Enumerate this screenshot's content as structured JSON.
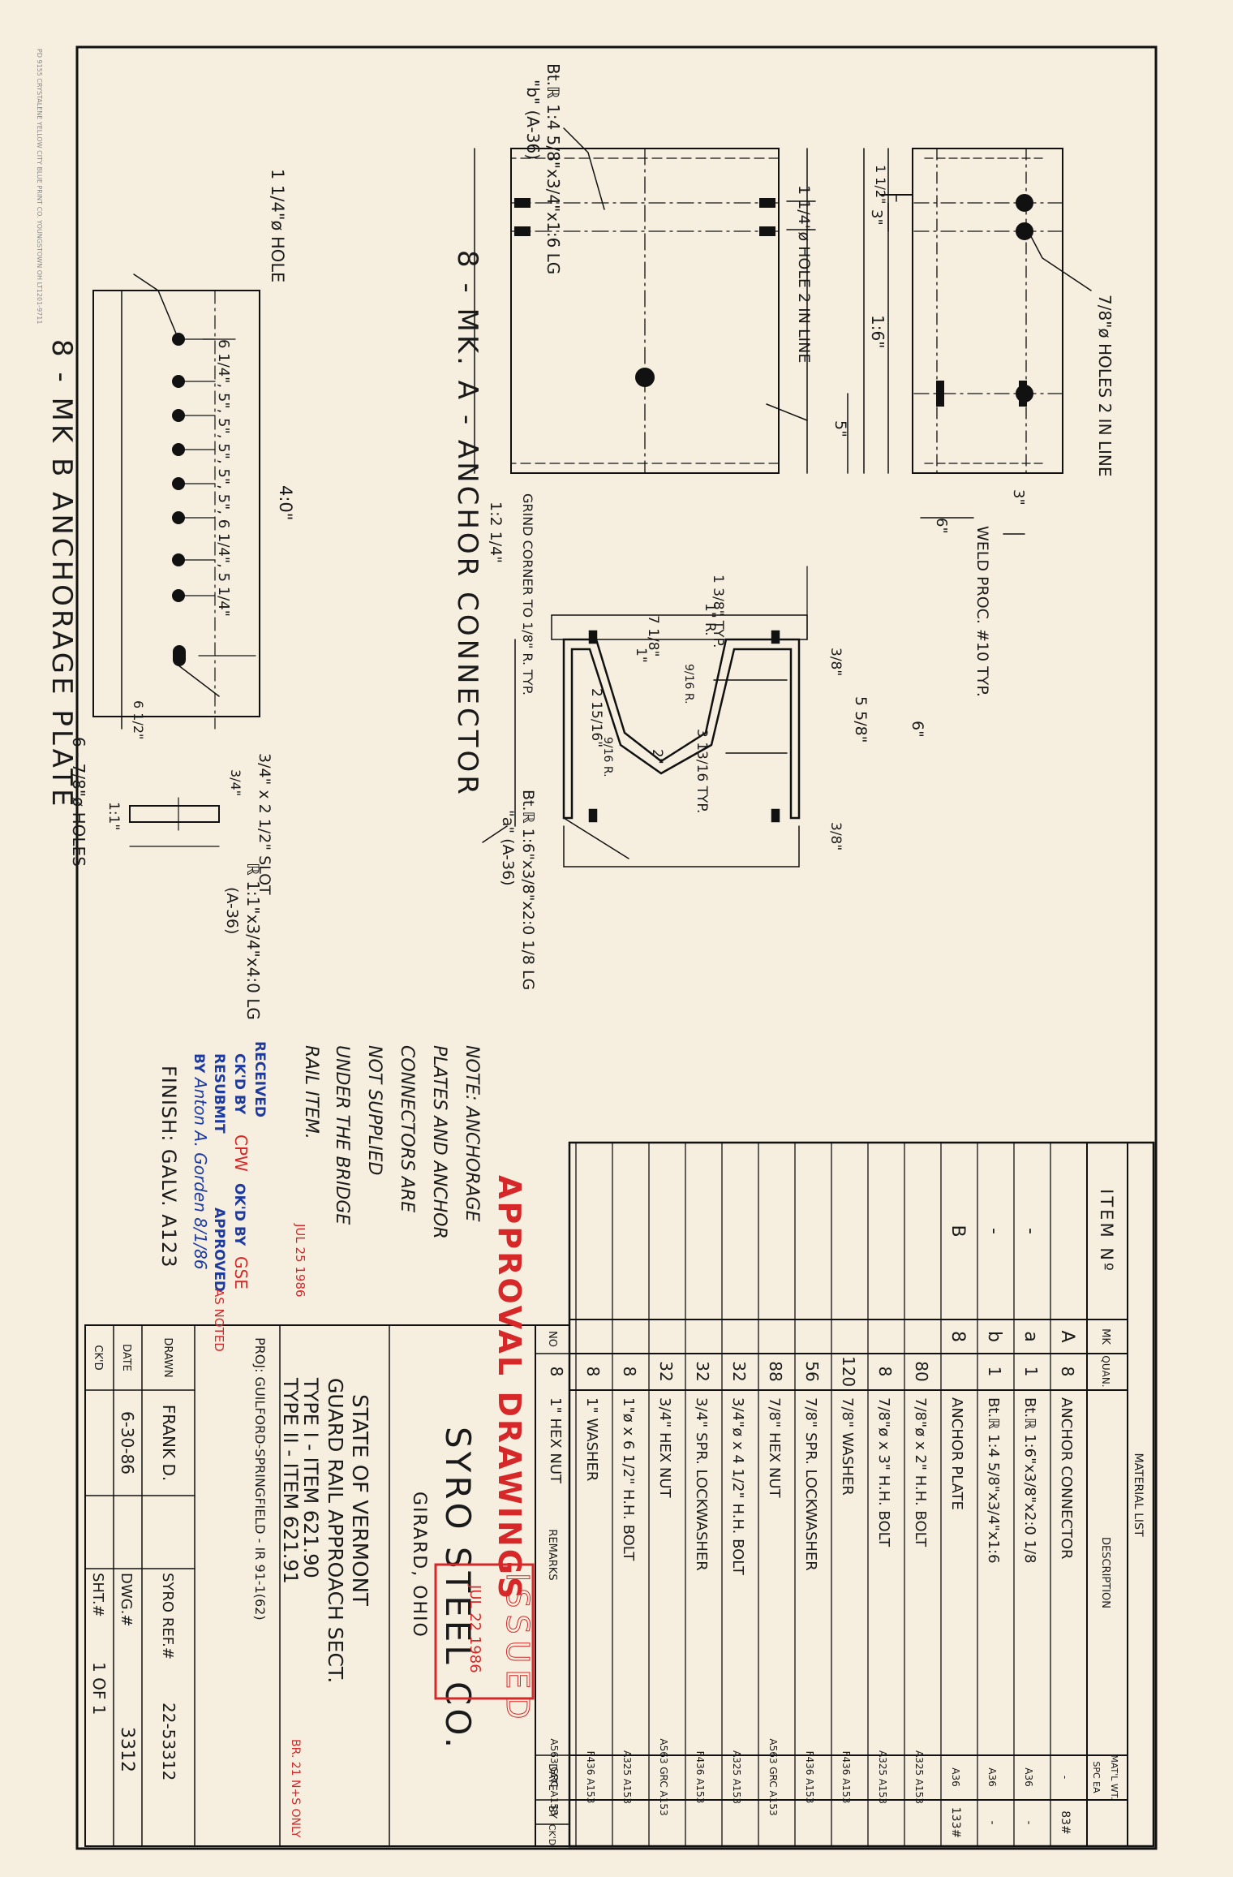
{
  "printer_imprint": "PD 9155 CRYSTALENE YELLOW CITY BLUE PRINT CO. YOUNGSTOWN OH LT1201-9711",
  "material_list": {
    "title": "MATERIAL LIST",
    "headers": {
      "item": "ITEM Nº",
      "mk": "MK",
      "quan": "QUAN.",
      "description": "DESCRIPTION",
      "mat_wt": "MAT'L WT.",
      "spc_ea": "SPC EA"
    },
    "rows": [
      {
        "item": "",
        "mk": "A",
        "quan": "8",
        "desc": "ANCHOR CONNECTOR",
        "mat": "-",
        "wt": "83#"
      },
      {
        "item": "-",
        "mk": "a",
        "quan": "1",
        "desc": "Bt.ℝ 1:6\"x3/8\"x2:0 1/8",
        "mat": "A36",
        "wt": "-"
      },
      {
        "item": "-",
        "mk": "b",
        "quan": "1",
        "desc": "Bt.ℝ 1:4 5/8\"x3/4\"x1:6",
        "mat": "A36",
        "wt": "-"
      },
      {
        "item": "B",
        "mk": "8",
        "quan": "",
        "desc": "ANCHOR PLATE",
        "mat": "A36",
        "wt": "133#"
      },
      {
        "item": "",
        "mk": "",
        "quan": "80",
        "desc": "7/8\"ø x 2\" H.H. BOLT",
        "mat": "A325 A153",
        "wt": ""
      },
      {
        "item": "",
        "mk": "",
        "quan": "8",
        "desc": "7/8\"ø x 3\" H.H. BOLT",
        "mat": "A325 A153",
        "wt": ""
      },
      {
        "item": "",
        "mk": "",
        "quan": "120",
        "desc": "7/8\" WASHER",
        "mat": "F436 A153",
        "wt": ""
      },
      {
        "item": "",
        "mk": "",
        "quan": "56",
        "desc": "7/8\" SPR. LOCKWASHER",
        "mat": "F436 A153",
        "wt": ""
      },
      {
        "item": "",
        "mk": "",
        "quan": "88",
        "desc": "7/8\" HEX NUT",
        "mat": "A563 GRC A153",
        "wt": ""
      },
      {
        "item": "",
        "mk": "",
        "quan": "32",
        "desc": "3/4\"ø x 4 1/2\" H.H. BOLT",
        "mat": "A325 A153",
        "wt": ""
      },
      {
        "item": "",
        "mk": "",
        "quan": "32",
        "desc": "3/4\" SPR. LOCKWASHER",
        "mat": "F436 A153",
        "wt": ""
      },
      {
        "item": "",
        "mk": "",
        "quan": "32",
        "desc": "3/4\" HEX NUT",
        "mat": "A563 GRC A153",
        "wt": ""
      },
      {
        "item": "",
        "mk": "",
        "quan": "8",
        "desc": "1\"ø x 6 1/2\" H.H. BOLT",
        "mat": "A325 A153",
        "wt": ""
      },
      {
        "item": "",
        "mk": "",
        "quan": "8",
        "desc": "1\" WASHER",
        "mat": "F436 A153",
        "wt": ""
      },
      {
        "item": "",
        "mk": "",
        "quan": "8",
        "desc": "1\" HEX NUT",
        "mat": "A563 GRC A153",
        "wt": ""
      }
    ]
  },
  "revision_block": {
    "no": "NO",
    "remarks": "REMARKS",
    "date": "DATE",
    "by": "BY",
    "ckd": "CK'D"
  },
  "approval_stamp": "APPROVAL DRAWINGS",
  "issued_stamp": {
    "word": "ISSUED",
    "date": "JUL 22 1986"
  },
  "company": {
    "name": "SYRO STEEL CO.",
    "location": "GIRARD, OHIO"
  },
  "project": {
    "line1": "STATE OF VERMONT",
    "line2": "GUARD RAIL APPROACH SECT.",
    "line3": "TYPE I - ITEM 621.90",
    "line4": "TYPE II - ITEM 621.91",
    "line5": "PROJ: GUILFORD-SPRINGFIELD - IR 91-1(62)",
    "red_note": "BR. 21 N+S ONLY"
  },
  "title_block": {
    "drawn_label": "DRAWN",
    "drawn_value": "FRANK D.",
    "date_label": "DATE",
    "date_value": "6-30-86",
    "ckd_label": "CK'D",
    "ckd_value": "",
    "ref_label": "SYRO REF.#",
    "ref_value": "22-53312",
    "dwg_label": "DWG.#",
    "dwg_value": "3312",
    "sht_label": "SHT.#",
    "sht_value": "1 OF 1"
  },
  "received_stamp": {
    "date": "JUL 25 1986",
    "received": "RECEIVED",
    "ckd_by": "CK'D BY",
    "ckd_by_value": "CPW",
    "okd_by": "OK'D BY",
    "okd_by_value": "GSE",
    "resubmit": "RESUBMIT",
    "approved": "APPROVED",
    "approved_value": "AS NOTED",
    "by": "BY",
    "sig": "Anton A. Gorden 8/1/86"
  },
  "note": {
    "line1": "NOTE: ANCHORAGE",
    "line2": "PLATES AND ANCHOR",
    "line3": "CONNECTORS ARE",
    "line4": "NOT SUPPLIED",
    "line5": "UNDER THE BRIDGE",
    "line6": "RAIL ITEM."
  },
  "finish": "FINISH: GALV. A123",
  "drawing": {
    "weld_note": "WELD PROC. #10 TYP.",
    "holes_78_in_line": "7/8\"ø HOLES 2 IN LINE",
    "holes_114_in_line": "1 1/4\"ø HOLE 2 IN LINE",
    "dim_1_6": "1:6\"",
    "dim_5": "5\"",
    "dim_1_half": "1 1/2\"",
    "dim_3a": "3\"",
    "dim_3b": "3\"",
    "dim_6a": "6\"",
    "plate_b_label": "Bt.ℝ 1:4 5/8\"x3/4\"x1:6 LG",
    "plate_b_mark": "\"b\" (A-36)",
    "grind_note": "GRIND CORNER TO 1/8\" R. TYP.",
    "dim_1_2_1_4": "1:2 1/4\"",
    "dim_7_1_8": "7 1/8\"",
    "dim_1": "1\"",
    "dim_1_3_8_typ": "1 3/8\" TYP.",
    "dim_1r": "1\" R.",
    "dim_9_16r_a": "9/16 R.",
    "dim_9_16r_b": "9/16 R.",
    "dim_2_15_16": "2 15/16\"",
    "dim_2": "2\"",
    "dim_3_13_16_typ": "3 13/16 TYP.",
    "dim_3_8_a": "3/8\"",
    "dim_5_5_8": "5 5/8\"",
    "dim_6b": "6\"",
    "dim_3_8_b": "3/8\"",
    "plate_a_label": "Bt.ℝ 1:6\"x3/8\"x2:0 1/8 LG",
    "plate_a_mark": "\"a\" (A-36)",
    "connector_title": "8 - MK. A - ANCHOR CONNECTOR",
    "hole_114": "1 1/4\"ø HOLE",
    "dim_4_0": "4:0\"",
    "dim_spaces": "6 1/4\", 5\", 5\", 5\", 5\", 5\", 6 1/4\", 5 1/4\"",
    "slot": "3/4\" x 2 1/2\" SLOT",
    "dim_3_4": "3/4\"",
    "dim_6_1_2": "6 1/2\"",
    "dim_1_1": "1:1\"",
    "holes_78": "6 - 7/8\"ø HOLES",
    "plate_label": "ℝ 1:1\"x3/4\"x4:0 LG",
    "plate_mark": "(A-36)",
    "plate_title": "8 - MK B ANCHORAGE PLATE"
  }
}
